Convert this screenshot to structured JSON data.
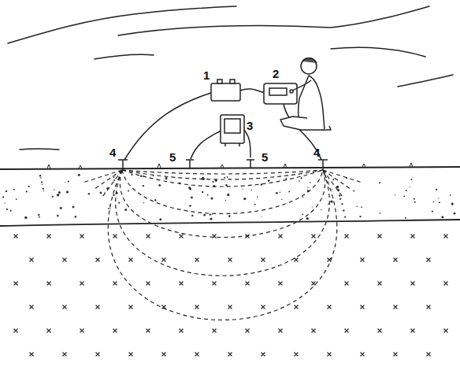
{
  "diagram": {
    "labels": [
      "1",
      "2",
      "3",
      "4",
      "5",
      "5",
      "4"
    ]
  }
}
